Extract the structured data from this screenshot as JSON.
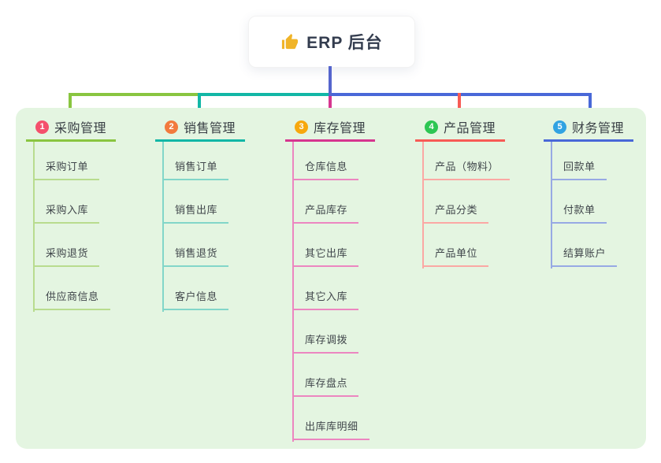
{
  "root": {
    "title": "ERP 后台",
    "icon": "thumbs-up"
  },
  "colors": {
    "root_connector": "#5565cd",
    "panel_bg": "#e4f5e1"
  },
  "branches": [
    {
      "number": "1",
      "label": "采购管理",
      "accent": "#89c540",
      "accent_light": "#b8dc8e",
      "badge_color": "#f4506c",
      "items": [
        "采购订单",
        "采购入库",
        "采购退货",
        "供应商信息"
      ]
    },
    {
      "number": "2",
      "label": "销售管理",
      "accent": "#12b7a6",
      "accent_light": "#82d6c9",
      "badge_color": "#f27a3d",
      "items": [
        "销售订单",
        "销售出库",
        "销售退货",
        "客户信息"
      ]
    },
    {
      "number": "3",
      "label": "库存管理",
      "accent": "#d6368f",
      "accent_light": "#ec86c0",
      "badge_color": "#f7a80d",
      "items": [
        "仓库信息",
        "产品库存",
        "其它出库",
        "其它入库",
        "库存调拨",
        "库存盘点",
        "出库库明细"
      ]
    },
    {
      "number": "4",
      "label": "产品管理",
      "accent": "#f75b55",
      "accent_light": "#fba8a4",
      "badge_color": "#2dc653",
      "items": [
        "产品（物料）",
        "产品分类",
        "产品单位"
      ]
    },
    {
      "number": "5",
      "label": "财务管理",
      "accent": "#4968d8",
      "accent_light": "#97a9e4",
      "badge_color": "#31a3e2",
      "items": [
        "回款单",
        "付款单",
        "结算账户"
      ]
    }
  ]
}
